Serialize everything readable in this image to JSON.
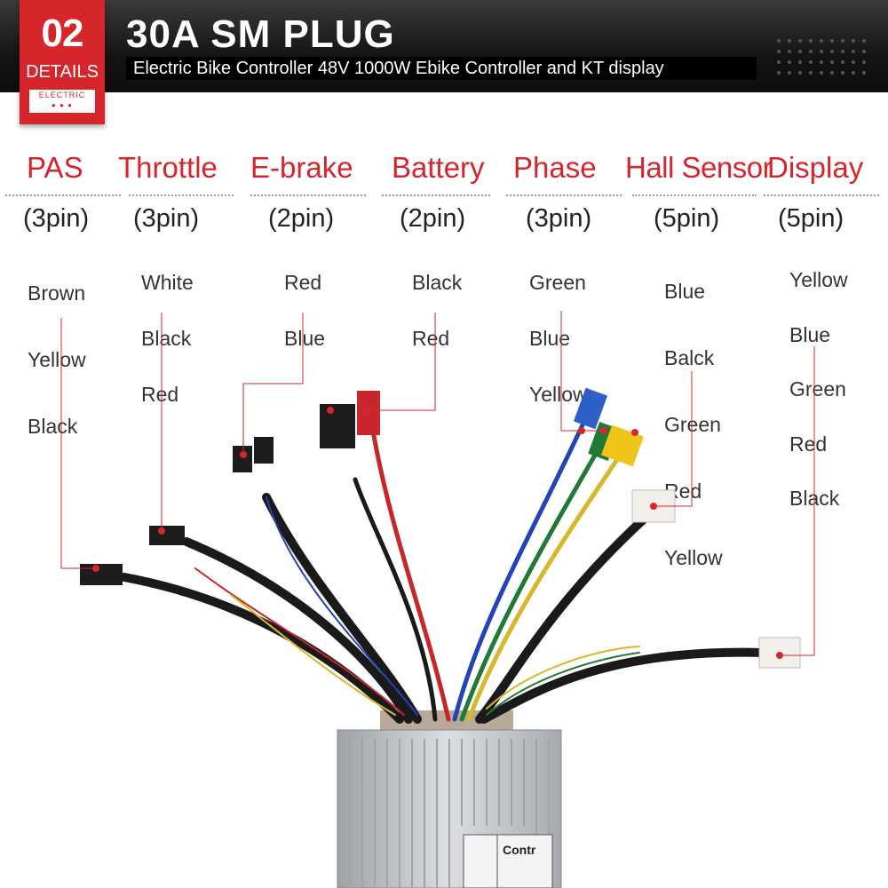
{
  "header": {
    "badge_number": "02",
    "badge_label": "DETAILS",
    "badge_tag": "ELECTRIC",
    "title": "30A SM PLUG",
    "subtitle": "Electric Bike Controller 48V 1000W Ebike Controller and KT display"
  },
  "connectors": [
    {
      "name": "PAS",
      "pins": "(3pin)",
      "wires": [
        "Brown",
        "Yellow",
        "Black"
      ]
    },
    {
      "name": "Throttle",
      "pins": "(3pin)",
      "wires": [
        "White",
        "Black",
        "Red"
      ]
    },
    {
      "name": "E-brake",
      "pins": "(2pin)",
      "wires": [
        "Red",
        "Blue"
      ]
    },
    {
      "name": "Battery",
      "pins": "(2pin)",
      "wires": [
        "Black",
        "Red"
      ]
    },
    {
      "name": "Phase",
      "pins": "(3pin)",
      "wires": [
        "Green",
        "Blue",
        "Yellow"
      ]
    },
    {
      "name": "Hall Sensor",
      "pins": "(5pin)",
      "wires": [
        "Blue",
        "Balck",
        "Green",
        "Red",
        "Yellow"
      ]
    },
    {
      "name": "Display",
      "pins": "(5pin)",
      "wires": [
        "Yellow",
        "Blue",
        "Green",
        "Red",
        "Black"
      ]
    }
  ],
  "colors": {
    "accent_red": "#d7252c",
    "header_dark": "#141414",
    "controller_silver": "#c9ccd0"
  },
  "controller_label": "Contr"
}
